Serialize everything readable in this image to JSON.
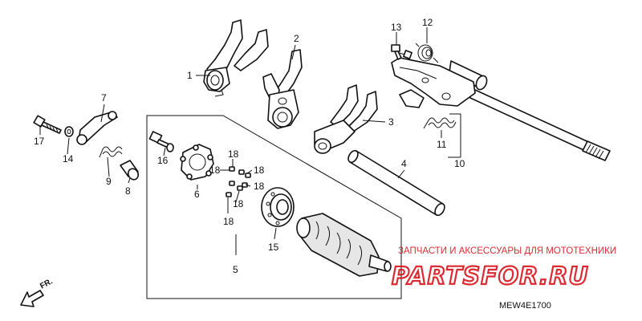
{
  "diagram": {
    "callouts": {
      "c1": "1",
      "c2": "2",
      "c3": "3",
      "c4": "4",
      "c5": "5",
      "c6": "6",
      "c7": "7",
      "c8": "8",
      "c9": "9",
      "c10": "10",
      "c11": "11",
      "c12": "12",
      "c13": "13",
      "c14": "14",
      "c15": "15",
      "c16": "16",
      "c17": "17",
      "c18a": "18",
      "c18b": "18",
      "c18c": "18",
      "c18d": "18",
      "c18e": "18",
      "c18f": "18"
    },
    "direction_label": "FR.",
    "diagram_code": "MEW4E1700"
  },
  "watermark": {
    "tagline": "ЗАПЧАСТИ И АКСЕССУАРЫ ДЛЯ МОТОТЕХНИКИ",
    "logo_text": "PARTSFOR.RU",
    "color": "#d9141c"
  }
}
